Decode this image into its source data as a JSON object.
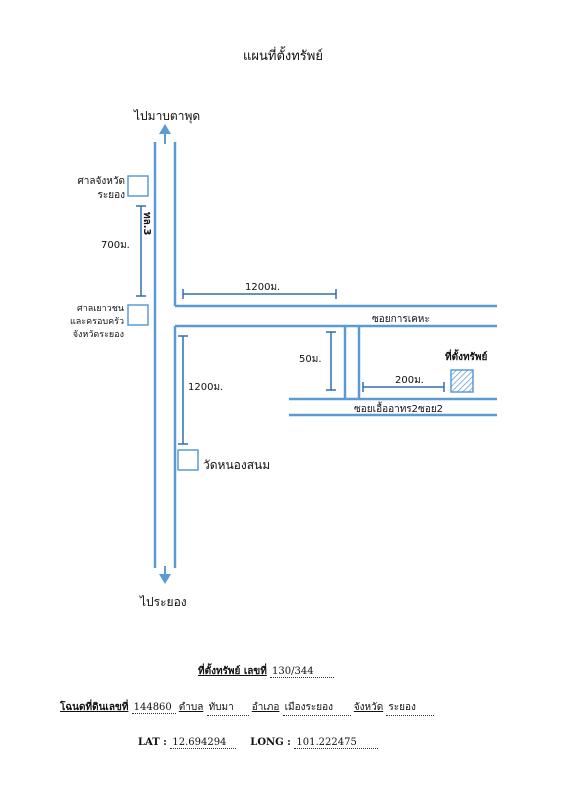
{
  "title": "แผนที่ตั้งทรัพย์",
  "colors": {
    "road": "#5b9bd5",
    "dimension": "#2f6fb3",
    "text": "#111111"
  },
  "destinations": {
    "north": "ไปมาบตาพุด",
    "south": "ไประยอง"
  },
  "roads": {
    "highway": "ทล.3",
    "soi_karakheha": "ซอยการเคหะ",
    "soi_ue_athon": "ซอยเอื้ออาทร2ซอย2"
  },
  "landmarks": {
    "provincial_court": "ศาลจังหวัด\nระยอง",
    "juvenile_court": "ศาลเยาวชน\nและครอบครัว\nจังหวัดระยอง",
    "temple": "วัดหนองสนม",
    "property": "ที่ตั้งทรัพย์"
  },
  "distances": {
    "courts": "700ม.",
    "soi_main": "1200ม.",
    "to_temple": "1200ม.",
    "soi_gap": "50ม.",
    "to_property": "200ม."
  },
  "info": {
    "property_no_label": "ที่ตั้งทรัพย์ เลขที่",
    "property_no": "130/344",
    "deed_label": "โฉนดที่ดินเลขที่",
    "deed_no": "144860",
    "tambon_label": "ตำบล",
    "tambon": "ทับมา",
    "amphoe_label": "อำเภอ",
    "amphoe": "เมืองระยอง",
    "province_label": "จังหวัด",
    "province": "ระยอง",
    "lat_label": "LAT :",
    "lat": "12.694294",
    "long_label": "LONG :",
    "long": "101.222475"
  }
}
